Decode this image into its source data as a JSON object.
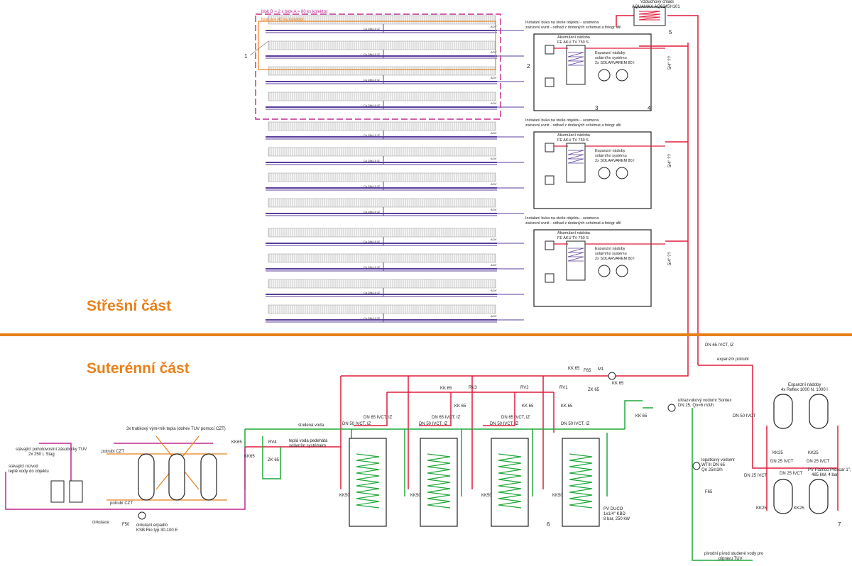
{
  "sections": {
    "roof": "Střešní část",
    "basement": "Suterénní část"
  },
  "roof": {
    "block_b": "blok B = 2 x blok A = 80 ks kolektor;",
    "block_a": "blok A = 40 ks kolektor;",
    "callouts": [
      "1",
      "2",
      "3",
      "4",
      "5"
    ],
    "station_note_1": "Instalaní buka na steše objektu - uzamena",
    "station_note_2": "zalození uvnit - odhad z dodaných schémat a fotogr afií",
    "tank_1": "Akumulaní nádoba",
    "tank_2": "FE AKU TV 750 S",
    "exp_1": "Expanzní nádoby",
    "exp_2": "solárního systému",
    "exp_3": "2x SOLARVAREM 80 l",
    "pipe_size": "5/4\" ??",
    "cooler_1": "Vzduchový chladi",
    "cooler_2": "AQUAMAX  AQ6245H101",
    "row_tag": "Cu 28x1,0 IZ",
    "vent_tag": "AOV"
  },
  "basement": {
    "dn65": "DN 65 IVCT, IZ",
    "expansion_pipe": "expanzní potrubí",
    "kk65": "KK 65",
    "f65": "F65",
    "m1": "M1",
    "rv1": "RV1",
    "rv2": "RV2",
    "rv3": "RV3",
    "rv4": "RV4",
    "zk65": "ZK 65",
    "dn65_ivct_iz": "DN 65 IVCT, IZ",
    "dn50_ivct_iz": "DN 50 IVCT, IZ",
    "cold_water": "studená voda",
    "warm_water_1": "teplá voda pedehátá",
    "warm_water_2": "solárním systémem",
    "meter_1": "ultrazvukový vodomr Sontex",
    "meter_2": "DN 25, Qn=6 m3/h",
    "hx_1": "3x trubkový vým<ník tepla (dohev TUV pomocí CZT)",
    "czt_upper": "potrubí CZT",
    "czt_lower": "potrubí CZT",
    "tuv_1": "stávající pohotovostní zásobníky TUV",
    "tuv_2": "2x 250 l, Stag",
    "dist_1": "stávající rozvod",
    "dist_2": "teplé vody do objektu",
    "circulation": "cirkulace",
    "f50": "F50",
    "pump_1": "cirkulaní erpadlo",
    "pump_2": "KSB Rio typ 30-100 E",
    "kk65s": "KK65",
    "kk65s2": "KK65",
    "kk50": "KK50",
    "pv_1": "PV DUCO",
    "pv_2": "1x1/4\" KBD",
    "pv_3": "8 bar, 250 kW",
    "six": "6",
    "blade_1": "lopatkový vodomr",
    "blade_2": "WTIII DN 65",
    "blade_3": "Qn 25m3/h",
    "supply_1": "pivodní pívod studené vody pro",
    "supply_2": "pípravu TUV",
    "exp_1": "Expanzní nádoby",
    "exp_2": "4x Reflex 1000 N, 1000 l",
    "dn50": "DN 50 IVCT",
    "kk25": "KK25",
    "dn25": "DN 25 IVCT",
    "flamco_1": "PV Flamco Prescar 1\",",
    "flamco_2": "485 kW, 4 bar",
    "seven": "7"
  },
  "colors": {
    "red": "#e01c3c",
    "green": "#1fa83a",
    "purple": "#5a3d9c",
    "magenta": "#c0288f",
    "orange": "#e8801a",
    "black": "#1a1a1a"
  }
}
